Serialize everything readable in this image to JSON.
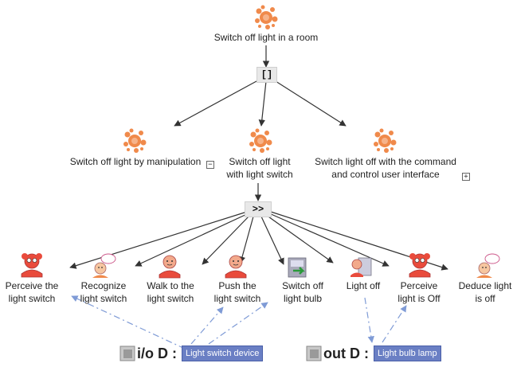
{
  "root": {
    "label": "Switch off light in a room",
    "operator": "[]"
  },
  "level1": [
    {
      "label": "Switch off light by manipulation",
      "expander": "−"
    },
    {
      "label": "Switch off light with light switch",
      "operator": ">>"
    },
    {
      "label": "Switch light off with the command and control user interface",
      "expander": "+"
    }
  ],
  "leaves": [
    {
      "label": "Perceive the light switch",
      "icon": "user-perceive-icon"
    },
    {
      "label": "Recognize light switch",
      "icon": "user-cognitive-icon"
    },
    {
      "label": "Walk to the light switch",
      "icon": "user-motor-icon"
    },
    {
      "label": "Push the light switch",
      "icon": "user-action-icon"
    },
    {
      "label": "Switch off light bulb",
      "icon": "system-task-icon"
    },
    {
      "label": "Light off",
      "icon": "interactive-task-icon"
    },
    {
      "label": "Perceive light is Off",
      "icon": "user-perceive-icon"
    },
    {
      "label": "Deduce light is off",
      "icon": "user-cognitive-icon"
    }
  ],
  "objects": [
    {
      "title": "i/o D :",
      "value": "Light switch device"
    },
    {
      "title": "out D :",
      "value": "Light bulb lamp"
    }
  ],
  "colors": {
    "abstract": "#f08a4b",
    "user": "#e94b3c",
    "arrow": "#333333",
    "dashed": "#7f9bd6",
    "chip": "#6a7fc4"
  }
}
